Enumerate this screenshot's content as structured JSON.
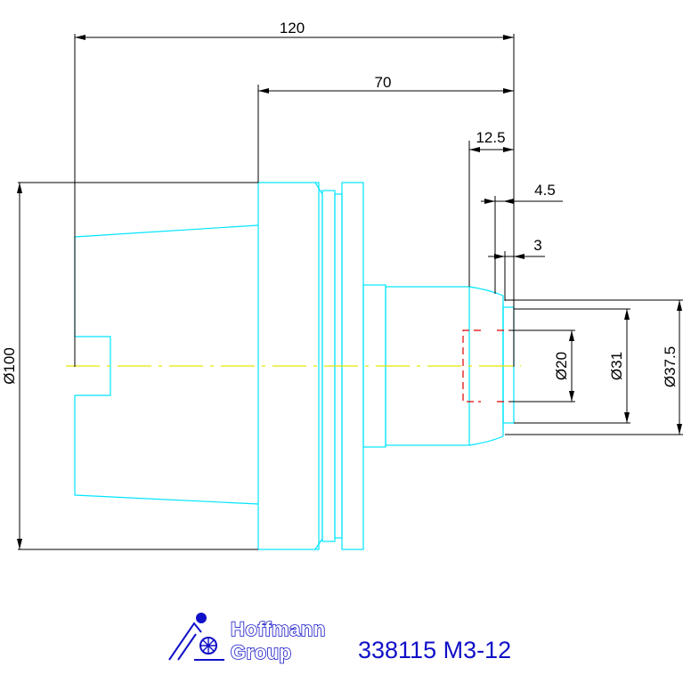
{
  "dimensions": {
    "overall_length": "120",
    "body_length": "70",
    "shoulder_length": "12.5",
    "step_4_5": "4.5",
    "step_3": "3",
    "dia_100": "Ø100",
    "dia_20": "Ø20",
    "dia_31": "Ø31",
    "dia_37_5": "Ø37.5"
  },
  "title_block": {
    "logo_line1": "Hoffmann",
    "logo_line2": "Group",
    "part_number": "338115 M3-12"
  },
  "colors": {
    "outline": "#00e5ff",
    "dimension": "#000000",
    "centerline": "#e6e600",
    "hidden": "#e00000",
    "title": "#1010c8"
  }
}
